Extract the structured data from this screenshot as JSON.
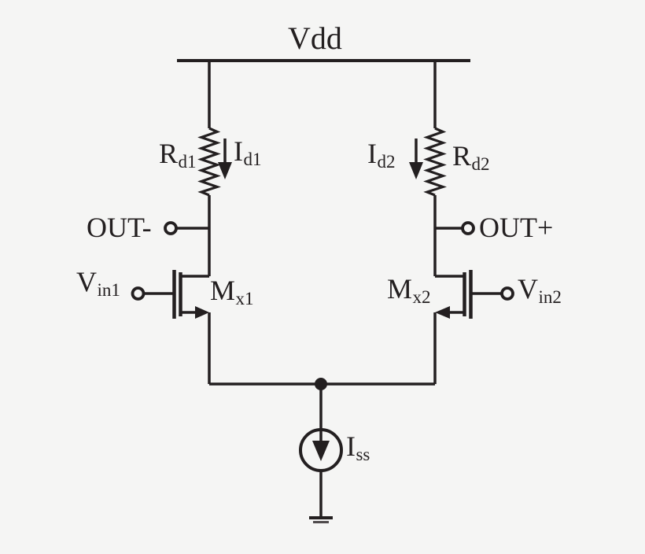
{
  "colors": {
    "background": "#f5f5f4",
    "ink": "#231f20",
    "ground_bar2": "#4f4b4c",
    "source_fill": "#fbfbfb"
  },
  "labels": {
    "vdd": "Vdd",
    "rd1": {
      "main": "R",
      "sub": "d1"
    },
    "id1": {
      "main": "I",
      "sub": "d1"
    },
    "id2": {
      "main": "I",
      "sub": "d2"
    },
    "rd2": {
      "main": "R",
      "sub": "d2"
    },
    "out_minus": "OUT-",
    "out_plus": "OUT+",
    "vin1": {
      "main": "V",
      "sub": "in1"
    },
    "mx1": {
      "main": "M",
      "sub": "x1"
    },
    "mx2": {
      "main": "M",
      "sub": "x2"
    },
    "vin2": {
      "main": "V",
      "sub": "in2"
    },
    "iss": {
      "main": "I",
      "sub": "ss"
    }
  }
}
